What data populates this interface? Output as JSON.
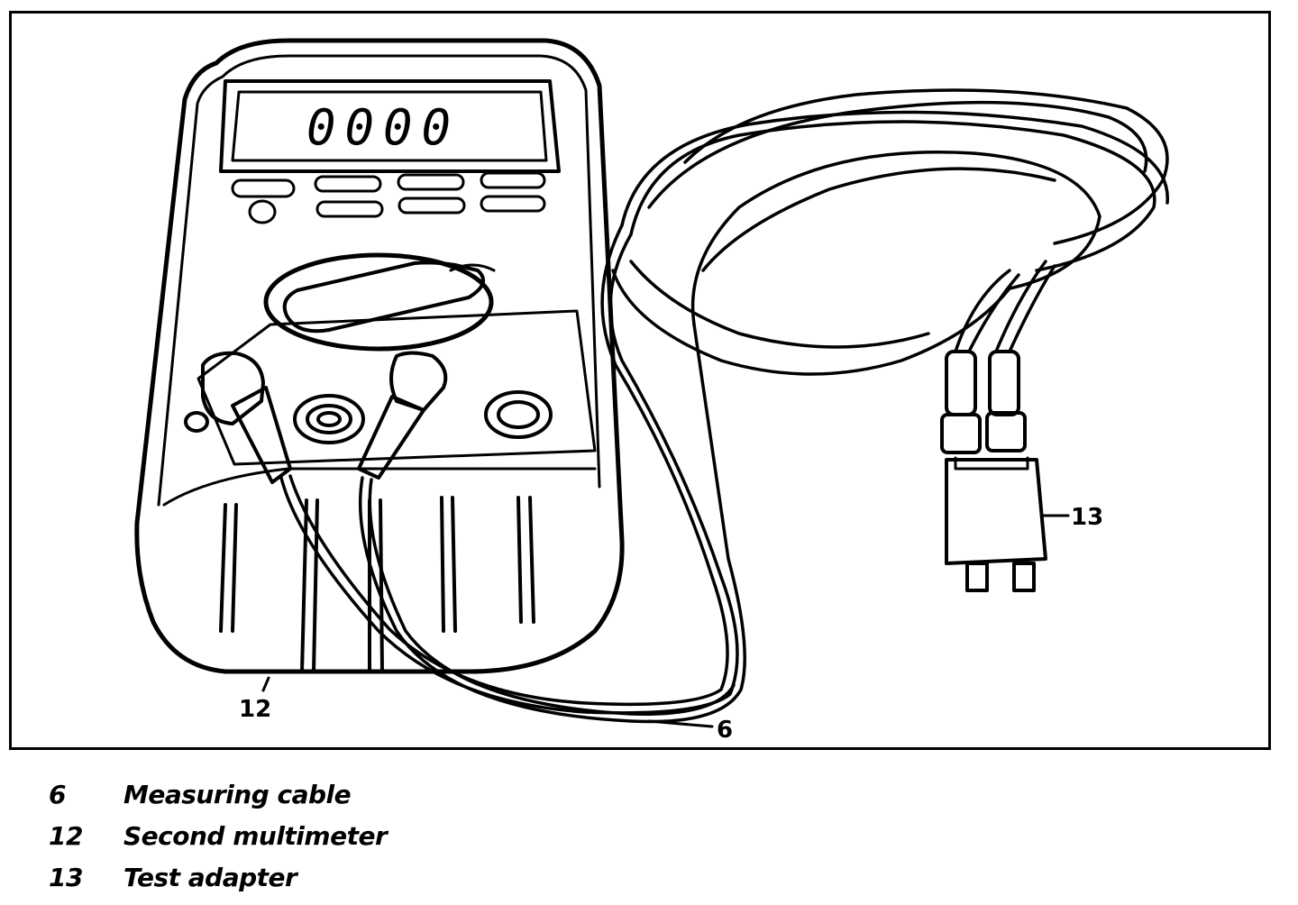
{
  "display": {
    "reading": "0000"
  },
  "callouts": {
    "cable": "6",
    "multimeter": "12",
    "adapter": "13"
  },
  "legend": [
    {
      "number": "6",
      "text": "Measuring cable"
    },
    {
      "number": "12",
      "text": "Second multimeter"
    },
    {
      "number": "13",
      "text": "Test adapter"
    }
  ],
  "colors": {
    "line": "#000000",
    "background": "#ffffff"
  }
}
